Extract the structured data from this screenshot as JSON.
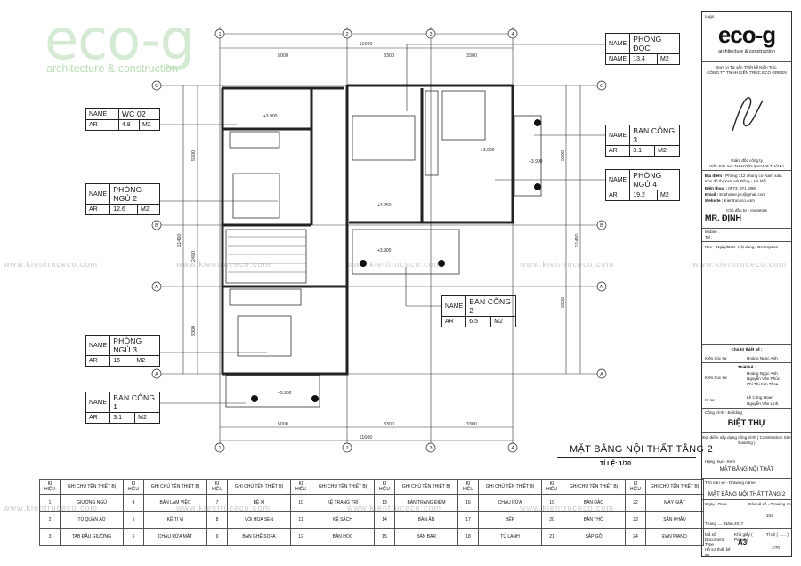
{
  "brand": {
    "logo_text": "eco-g",
    "tagline": "architecture & construction"
  },
  "watermark": "www.kientruceco.com",
  "dimensions": {
    "top_total": "11600",
    "top_segments": [
      "5000",
      "3300",
      "3300"
    ],
    "bottom_total": "11600",
    "bottom_segments": [
      "5000",
      "3300",
      "3300"
    ],
    "left_total": "11450",
    "left_segments": [
      "5500",
      "2450",
      "3300"
    ],
    "right_total": "11450",
    "right_segments": [
      "5500",
      "5950"
    ]
  },
  "grid_labels": {
    "columns": [
      "1",
      "2",
      "3",
      "4"
    ],
    "rows": [
      "C",
      "B",
      "A'",
      "A"
    ]
  },
  "levels": [
    "+3.900",
    "+3.900",
    "+3.950",
    "+3.900",
    "+3.900",
    "+3.900"
  ],
  "rooms": [
    {
      "name": "WC 02",
      "code": "AR",
      "area": "4.8",
      "unit": "M2"
    },
    {
      "name": "PHÒNG NGỦ 2",
      "code": "AR",
      "area": "12.6",
      "unit": "M2"
    },
    {
      "name": "PHÒNG NGỦ 3",
      "code": "AR",
      "area": "16",
      "unit": "M2"
    },
    {
      "name": "BAN CÔNG 1",
      "code": "AR",
      "area": "3.1",
      "unit": "M2"
    },
    {
      "name": "PHÒNG ĐỌC",
      "code": "NAME",
      "area": "13.4",
      "unit": "M2"
    },
    {
      "name": "BAN CÔNG 3",
      "code": "AR",
      "area": "3.1",
      "unit": "M2"
    },
    {
      "name": "PHÒNG NGỦ 4",
      "code": "AR",
      "area": "19.2",
      "unit": "M2"
    },
    {
      "name": "BAN CÔNG 2",
      "code": "AR",
      "area": "6.5",
      "unit": "M2"
    }
  ],
  "plan": {
    "title": "MẶT BẰNG NỘI THẤT TẦNG 2",
    "scale": "TỈ LỆ: 1/70"
  },
  "schedule": {
    "header_num": "KÍ HIỆU",
    "header_name": "GHI CHÚ TÊN THIẾT BỊ",
    "rows": [
      [
        "1",
        "GIƯỜNG NGỦ",
        "4",
        "BÀN LÀM VIỆC",
        "7",
        "BỆ XÍ",
        "10",
        "KỆ TRANG TRÍ",
        "13",
        "BÀN TRANG ĐIỂM",
        "16",
        "CHẬU RỬA",
        "19",
        "BÀN ĐẢO",
        "22",
        "MÁY GIẶT"
      ],
      [
        "2",
        "TỦ QUẦN ÁO",
        "5",
        "KỆ TI VI",
        "8",
        "VÒI HOA SEN",
        "11",
        "KỆ SÁCH",
        "14",
        "BÀN ĂN",
        "17",
        "BẾP",
        "20",
        "BÀN THỜ",
        "23",
        "SÂN KHẤU"
      ],
      [
        "3",
        "TAB ĐẦU GIƯỜNG",
        "6",
        "CHẬU RỬA MẶT",
        "9",
        "BÀN GHẾ SOFA",
        "12",
        "BÀN HỌC",
        "15",
        "BÀN BAR",
        "18",
        "TỦ LẠNH",
        "21",
        "SẬP GỖ",
        "24",
        "ĐÀN PIANO"
      ]
    ]
  },
  "title_block": {
    "logo_label": "Logo",
    "logo_text": "eco-g",
    "logo_sub": "architecture & construction",
    "consultant_label": "Đơn vị Tư vấn Thiết kế Kiến Trúc",
    "consultant": "CÔNG TY TNHH KIẾN TRÚC ECO GREEN",
    "director_label": "Giám đốc công ty",
    "architect_label": "Kiến trúc sư :",
    "director": "NGUYỄN QUANG THÀNH",
    "address_label": "Địa điểm :",
    "address": "Phòng 712 chung cư Nam xala Khu đô thị Xala Hà Đông - Hà Nội",
    "phone_label": "Điện thoại :",
    "phone": "0973. 971. 896",
    "email_label": "Email :",
    "email": "Ecohome.jsc@gmail.com",
    "website_label": "Website :",
    "website": "Kientruceco.com",
    "investor_label": "Chủ đầu tư - Investors",
    "investor": "MR. ĐỊNH",
    "mobile_label": "Mobile :",
    "tel_label": "Tel :",
    "rev_label": "Rev",
    "date_label": "Ngày/Date",
    "desc_label": "Nội dung / Description",
    "chief_label": "Chủ trì thiết kế :",
    "chief_role": "Kiến trúc sư",
    "chief_name": "Hoàng Ngọc Anh",
    "design_label": "Thiết kế :",
    "design_role": "Kiến trúc sư",
    "design_names": [
      "Hoàng Ngọc Anh",
      "Nguyễn Văn Phúc",
      "Phí Thị Kim Thoa"
    ],
    "eng_role": "Kĩ sư",
    "eng_names": [
      "Lê Công Hoan",
      "Nguyễn Văn Linh"
    ],
    "project_label": "Công trình - Building",
    "project": "BIỆT THỰ",
    "site_label": "Địa điểm xây dựng công trình ( Construction Site Building )",
    "item_label": "Hạng mục - Item",
    "item": "MẶT BẰNG NỘI THẤT",
    "drawing_label": "Tên bản vẽ - Drawing name",
    "drawing": "MẶT BẰNG NỘI THẤT TẦNG 2",
    "datecell_label": "Ngày - Date",
    "drawno_label": "Bản vẽ số - Drawing no",
    "month": "Tháng ..... Năm 2017",
    "drawno": "102",
    "doctype_label": "Mã số Document Type",
    "paper_label": "Khổ giấy ( Paper )",
    "paper": "A3",
    "scale_label": "Tỉ Lệ ( ...... )",
    "scale": "1/70",
    "hs_label": "Hồ sơ thiết kế số"
  }
}
